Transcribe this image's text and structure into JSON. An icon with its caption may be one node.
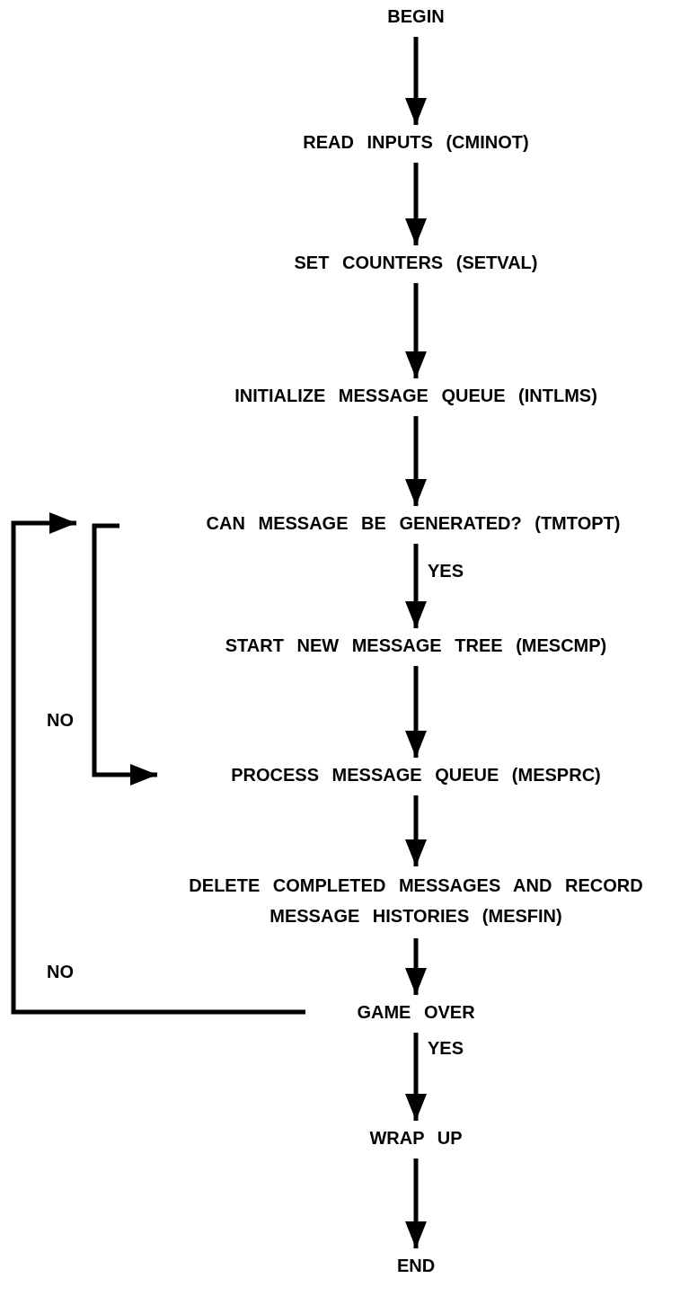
{
  "diagram": {
    "nodes": [
      {
        "text": [
          "BEGIN"
        ]
      },
      {
        "text": [
          "READ INPUTS (CMINOT)"
        ]
      },
      {
        "text": [
          "SET COUNTERS (SETVAL)"
        ]
      },
      {
        "text": [
          "INITIALIZE MESSAGE QUEUE (INTLMS)"
        ]
      },
      {
        "text": [
          "CAN MESSAGE BE GENERATED? (TMTOPT)"
        ]
      },
      {
        "text": [
          "START NEW MESSAGE TREE (MESCMP)"
        ]
      },
      {
        "text": [
          "PROCESS MESSAGE QUEUE (MESPRC)"
        ]
      },
      {
        "text": [
          "DELETE COMPLETED MESSAGES AND RECORD MESSAGE HISTORIES (MESFIN)"
        ]
      },
      {
        "text": [
          "GAME OVER"
        ]
      },
      {
        "text": [
          "WRAP UP"
        ]
      },
      {
        "text": [
          "END"
        ]
      }
    ],
    "edges": [
      {
        "from": 0,
        "to": 1,
        "arrow": "to"
      },
      {
        "from": 1,
        "to": 2,
        "arrow": "to"
      },
      {
        "from": 2,
        "to": 3,
        "arrow": "to"
      },
      {
        "from": 3,
        "to": 4,
        "arrow": "to"
      },
      {
        "from": 4,
        "to": 5,
        "arrow": "to",
        "label": "YES"
      },
      {
        "from": 5,
        "to": 6,
        "arrow": "to"
      },
      {
        "from": 4,
        "to": 6,
        "arrow": "to",
        "label": "NO"
      },
      {
        "from": 6,
        "to": 7,
        "arrow": "to"
      },
      {
        "from": 7,
        "to": 8,
        "arrow": "to"
      },
      {
        "from": 8,
        "to": 4,
        "arrow": "to",
        "label": "NO"
      },
      {
        "from": 8,
        "to": 9,
        "arrow": "to",
        "label": "YES"
      },
      {
        "from": 9,
        "to": 10,
        "arrow": "to"
      }
    ]
  }
}
